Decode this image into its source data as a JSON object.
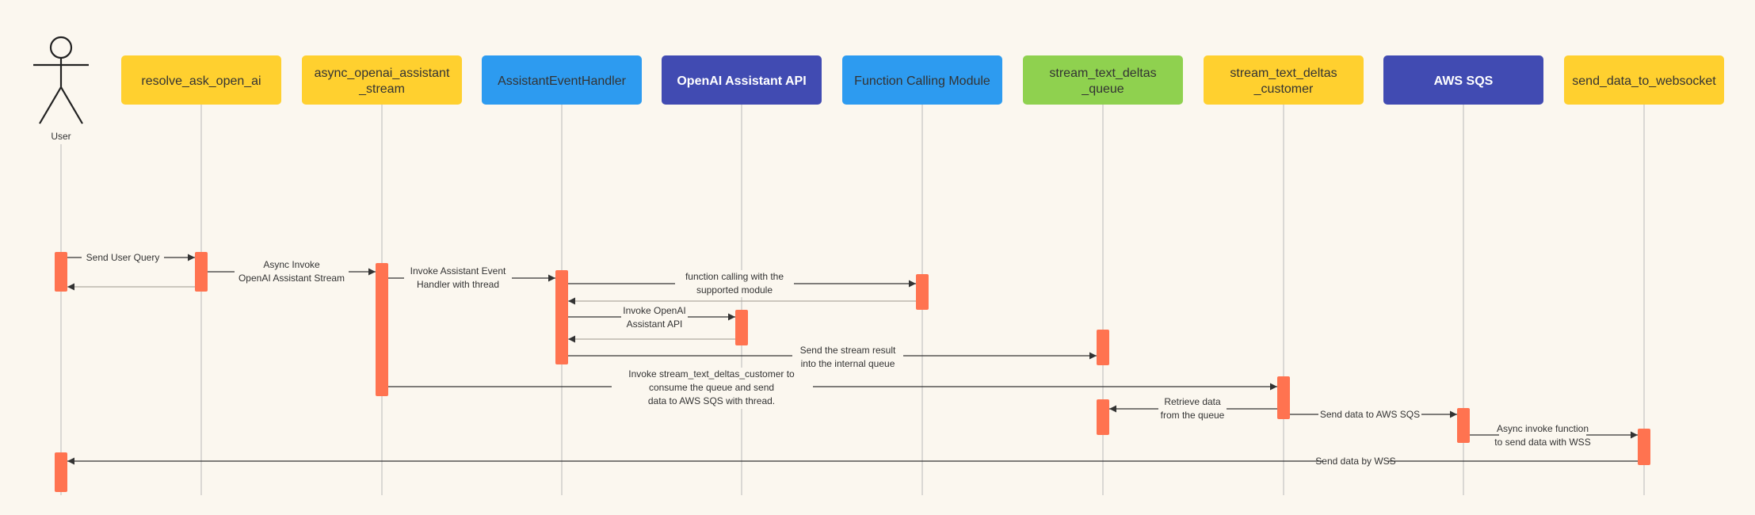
{
  "colors": {
    "background": "#fbf7ef",
    "lifeline": "#b8b8b8",
    "activation": "#ff7350",
    "arrow": "#333333",
    "return_arrow": "#b0aaa0",
    "text_light": "#ffffff",
    "text_dark": "#333333"
  },
  "actor": {
    "name": "User"
  },
  "participants": [
    {
      "id": "resolve",
      "label": [
        "resolve_ask_open_ai"
      ],
      "color": "#ffd02f",
      "bold": false,
      "light_text": false
    },
    {
      "id": "async_stream",
      "label": [
        "async_openai_assistant",
        "_stream"
      ],
      "color": "#ffd02f",
      "bold": false,
      "light_text": false
    },
    {
      "id": "handler",
      "label": [
        "AssistantEventHandler"
      ],
      "color": "#2d9bf0",
      "bold": false,
      "light_text": false
    },
    {
      "id": "openai",
      "label": [
        "OpenAI Assistant API"
      ],
      "color": "#414bb2",
      "bold": true,
      "light_text": true
    },
    {
      "id": "function",
      "label": [
        "Function Calling Module"
      ],
      "color": "#2d9bf0",
      "bold": false,
      "light_text": false
    },
    {
      "id": "queue",
      "label": [
        "stream_text_deltas",
        "_queue"
      ],
      "color": "#8fd14f",
      "bold": false,
      "light_text": false
    },
    {
      "id": "customer",
      "label": [
        "stream_text_deltas",
        "_customer"
      ],
      "color": "#ffd02f",
      "bold": false,
      "light_text": false
    },
    {
      "id": "sqs",
      "label": [
        "AWS SQS"
      ],
      "color": "#414bb2",
      "bold": true,
      "light_text": true
    },
    {
      "id": "websocket",
      "label": [
        "send_data_to_websocket"
      ],
      "color": "#ffd02f",
      "bold": false,
      "light_text": false
    }
  ],
  "messages": [
    {
      "id": "send-user-query",
      "from": "user",
      "to": "resolve",
      "label": [
        "Send User Query"
      ]
    },
    {
      "id": "return-to-user",
      "from": "resolve",
      "to": "user",
      "label": []
    },
    {
      "id": "async-invoke",
      "from": "resolve",
      "to": "async_stream",
      "label": [
        "Async Invoke",
        "OpenAI Assistant Stream"
      ]
    },
    {
      "id": "invoke-handler",
      "from": "async_stream",
      "to": "handler",
      "label": [
        "Invoke Assistant Event",
        "Handler with thread"
      ]
    },
    {
      "id": "function-calling",
      "from": "handler",
      "to": "function",
      "label": [
        "function calling with the",
        "supported module"
      ]
    },
    {
      "id": "return-from-function",
      "from": "function",
      "to": "handler",
      "label": []
    },
    {
      "id": "invoke-openai",
      "from": "handler",
      "to": "openai",
      "label": [
        "Invoke OpenAI",
        "Assistant API"
      ]
    },
    {
      "id": "return-from-openai",
      "from": "openai",
      "to": "handler",
      "label": []
    },
    {
      "id": "send-stream-result",
      "from": "handler",
      "to": "queue",
      "label": [
        "Send the stream result",
        "into the internal queue"
      ]
    },
    {
      "id": "invoke-customer",
      "from": "async_stream",
      "to": "customer",
      "label": [
        "Invoke stream_text_deltas_customer to",
        "consume the queue and send",
        "data to AWS SQS with thread."
      ]
    },
    {
      "id": "retrieve-data",
      "from": "customer",
      "to": "queue",
      "label": [
        "Retrieve data",
        "from the queue"
      ]
    },
    {
      "id": "send-to-sqs",
      "from": "customer",
      "to": "sqs",
      "label": [
        "Send data to AWS SQS"
      ]
    },
    {
      "id": "async-invoke-ws",
      "from": "sqs",
      "to": "websocket",
      "label": [
        "Async invoke function",
        "to send data with WSS"
      ]
    },
    {
      "id": "send-by-wss",
      "from": "websocket",
      "to": "user",
      "label": [
        "Send data by WSS"
      ]
    }
  ]
}
